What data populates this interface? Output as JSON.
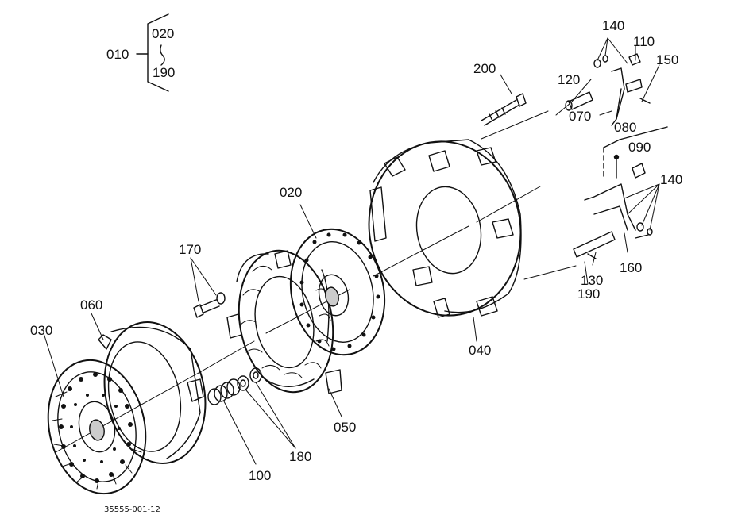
{
  "labels": {
    "p010": "010",
    "p020_group": "020",
    "p190_group": "190",
    "p200": "200",
    "p140_top": "140",
    "p110": "110",
    "p150": "150",
    "p120": "120",
    "p070": "070",
    "p080": "080",
    "p090": "090",
    "p140_mid": "140",
    "p020": "020",
    "p170": "170",
    "p160": "160",
    "p130": "130",
    "p190": "190",
    "p060": "060",
    "p030": "030",
    "p040": "040",
    "p050": "050",
    "p180": "180",
    "p100": "100"
  },
  "figure_id": "35555-001-12",
  "colors": {
    "ink": "#111111",
    "facing": "#cccccc",
    "paper": "#ffffff"
  }
}
